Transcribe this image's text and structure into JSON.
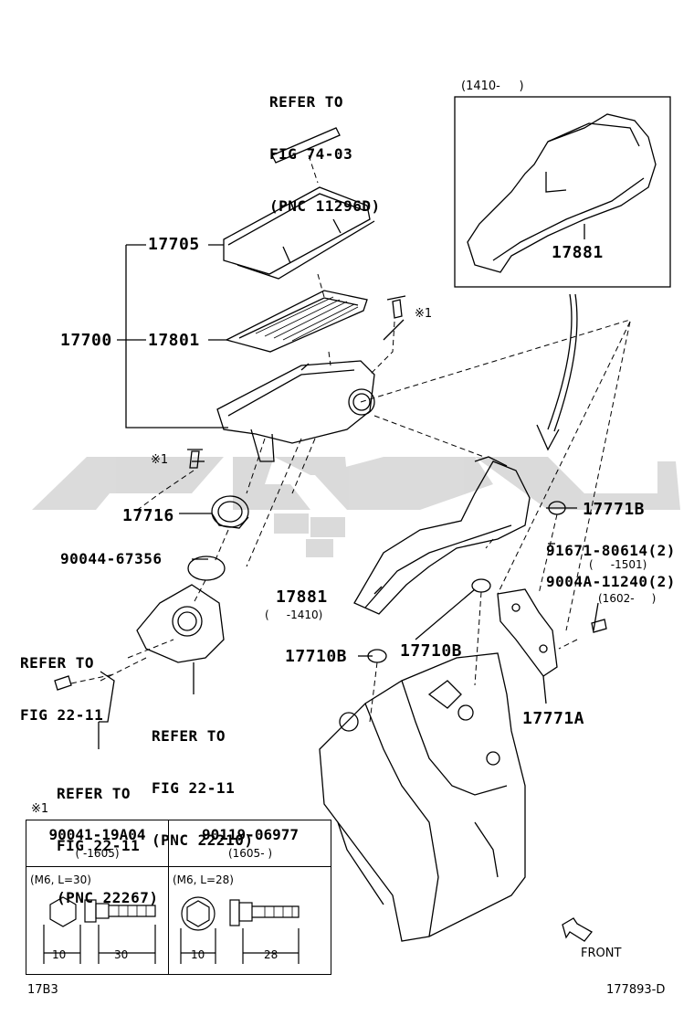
{
  "header": {
    "range_top": "(1410-     )"
  },
  "refs": {
    "fig7403": [
      "REFER TO",
      "FIG 74-03",
      "(PNC 11296D)"
    ],
    "fig2211_left": [
      "REFER TO",
      "FIG 22-11"
    ],
    "fig2211_pnc22210": [
      "REFER TO",
      "FIG 22-11",
      "(PNC 22210)"
    ],
    "fig2211_pnc22267": [
      "REFER TO",
      "FIG 22-11",
      "(PNC 22267)"
    ]
  },
  "parts": {
    "p17705": "17705",
    "p17700": "17700",
    "p17801": "17801",
    "p17881_top": "17881",
    "mark1_a": "※1",
    "mark1_b": "※1",
    "p17716": "17716",
    "p90044": "90044-67356",
    "p17771B": "17771B",
    "p91671": "91671-80614(2)",
    "p91671_range": "(     -1501)",
    "p9004A": "9004A-11240(2)",
    "p9004A_range": "(1602-     )",
    "p17881_bot": "17881",
    "p17881_bot_range": "(     -1410)",
    "p17710B_a": "17710B",
    "p17710B_b": "17710B",
    "p17771A": "17771A"
  },
  "table": {
    "mark": "※1",
    "col1": {
      "part": "90041-19A04",
      "range": "(     -1605)",
      "spec": "(M6, L=30)",
      "dim_a": "10",
      "dim_b": "30"
    },
    "col2": {
      "part": "90119-06977",
      "range": "(1605-     )",
      "spec": "(M6, L=28)",
      "dim_a": "10",
      "dim_b": "28"
    }
  },
  "footer": {
    "front": "FRONT",
    "code_left": "17B3",
    "code_right": "177893-D"
  },
  "colors": {
    "ink": "#000000",
    "watermark": "#bdbdbd"
  }
}
